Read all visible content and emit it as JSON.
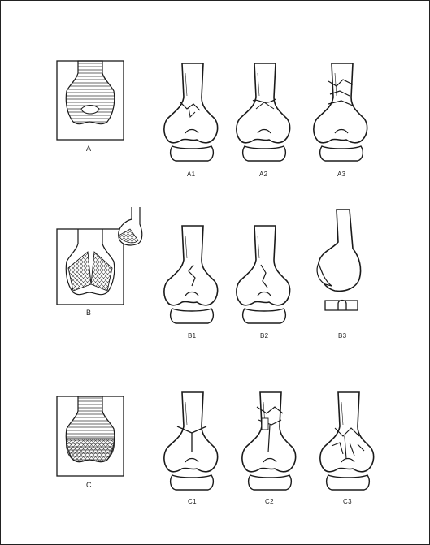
{
  "labels": {
    "A": "A",
    "A1": "A1",
    "A2": "A2",
    "A3": "A3",
    "B": "B",
    "B1": "B1",
    "B2": "B2",
    "B3": "B3",
    "C": "C",
    "C1": "C1",
    "C2": "C2",
    "C3": "C3"
  },
  "colors": {
    "ink": "#1a1a1a",
    "paper": "#ffffff",
    "hatch": "#555555"
  }
}
